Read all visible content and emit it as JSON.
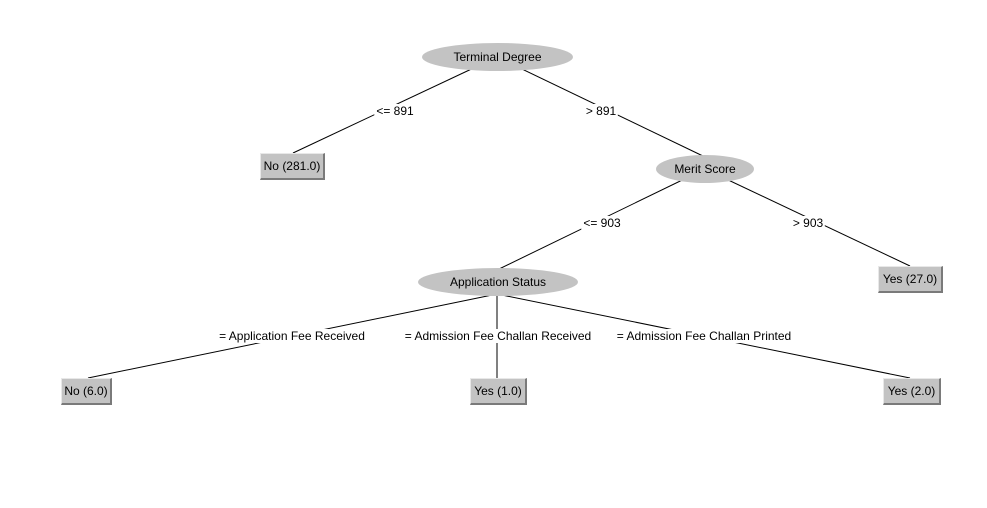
{
  "tree": {
    "root": {
      "label": "Terminal Degree"
    },
    "root_left_edge": "<= 891",
    "root_right_edge": "> 891",
    "leaf_no_281": "No (281.0)",
    "merit": {
      "label": "Merit Score"
    },
    "merit_left_edge": "<= 903",
    "merit_right_edge": "> 903",
    "leaf_yes_27": "Yes (27.0)",
    "status": {
      "label": "Application Status"
    },
    "status_edge_1": "= Application Fee Received",
    "status_edge_2": "= Admission Fee Challan Received",
    "status_edge_3": "= Admission Fee Challan Printed",
    "leaf_no_6": "No (6.0)",
    "leaf_yes_1": "Yes (1.0)",
    "leaf_yes_2": "Yes (2.0)"
  },
  "colors": {
    "node_fill": "#c3c3c3",
    "edge_stroke": "#000000",
    "background": "#ffffff"
  }
}
